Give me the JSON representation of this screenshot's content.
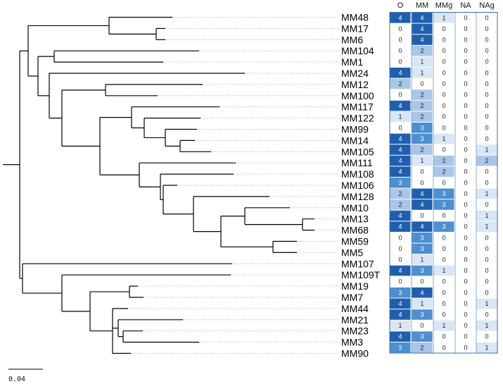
{
  "tree": {
    "scale_label": "0.04",
    "leaves": [
      "MM48",
      "MM17",
      "MM6",
      "MM104",
      "MM1",
      "MM24",
      "MM12",
      "MM100",
      "MM117",
      "MM122",
      "MM99",
      "MM14",
      "MM105",
      "MM111",
      "MM108",
      "MM106",
      "MM128",
      "MM10",
      "MM13",
      "MM68",
      "MM59",
      "MM5",
      "MM107",
      "MM109T",
      "MM19",
      "MM7",
      "MM44",
      "MM21",
      "MM23",
      "MM3",
      "MM90"
    ]
  },
  "heatmap": {
    "columns": [
      "O",
      "MM",
      "MMg",
      "NA",
      "NAg"
    ],
    "values": [
      [
        4,
        4,
        1,
        0,
        0
      ],
      [
        0,
        4,
        0,
        0,
        0
      ],
      [
        0,
        4,
        0,
        0,
        0
      ],
      [
        0,
        2,
        0,
        0,
        0
      ],
      [
        0,
        1,
        0,
        0,
        0
      ],
      [
        4,
        1,
        0,
        0,
        0
      ],
      [
        2,
        0,
        0,
        0,
        0
      ],
      [
        0,
        2,
        0,
        0,
        0
      ],
      [
        4,
        2,
        0,
        0,
        0
      ],
      [
        1,
        2,
        0,
        0,
        0
      ],
      [
        0,
        3,
        0,
        0,
        0
      ],
      [
        4,
        3,
        1,
        0,
        0
      ],
      [
        4,
        2,
        0,
        0,
        1
      ],
      [
        4,
        1,
        2,
        0,
        2
      ],
      [
        4,
        0,
        2,
        0,
        0
      ],
      [
        3,
        0,
        0,
        0,
        0
      ],
      [
        2,
        4,
        3,
        0,
        1
      ],
      [
        2,
        4,
        3,
        0,
        0
      ],
      [
        4,
        0,
        0,
        0,
        1
      ],
      [
        4,
        4,
        3,
        0,
        1
      ],
      [
        0,
        3,
        0,
        0,
        0
      ],
      [
        0,
        3,
        0,
        0,
        0
      ],
      [
        0,
        1,
        0,
        0,
        0
      ],
      [
        4,
        3,
        1,
        0,
        0
      ],
      [
        0,
        0,
        0,
        0,
        0
      ],
      [
        3,
        4,
        0,
        0,
        0
      ],
      [
        4,
        1,
        0,
        0,
        1
      ],
      [
        4,
        3,
        0,
        0,
        0
      ],
      [
        1,
        0,
        1,
        0,
        1
      ],
      [
        4,
        3,
        0,
        0,
        0
      ],
      [
        3,
        2,
        0,
        0,
        1
      ]
    ],
    "color_scale": {
      "0": "#ffffff",
      "1": "#d9e6f5",
      "2": "#a9c6e8",
      "3": "#4d8fcf",
      "4": "#1f5fae"
    },
    "border_color": "#3a6ea5"
  }
}
